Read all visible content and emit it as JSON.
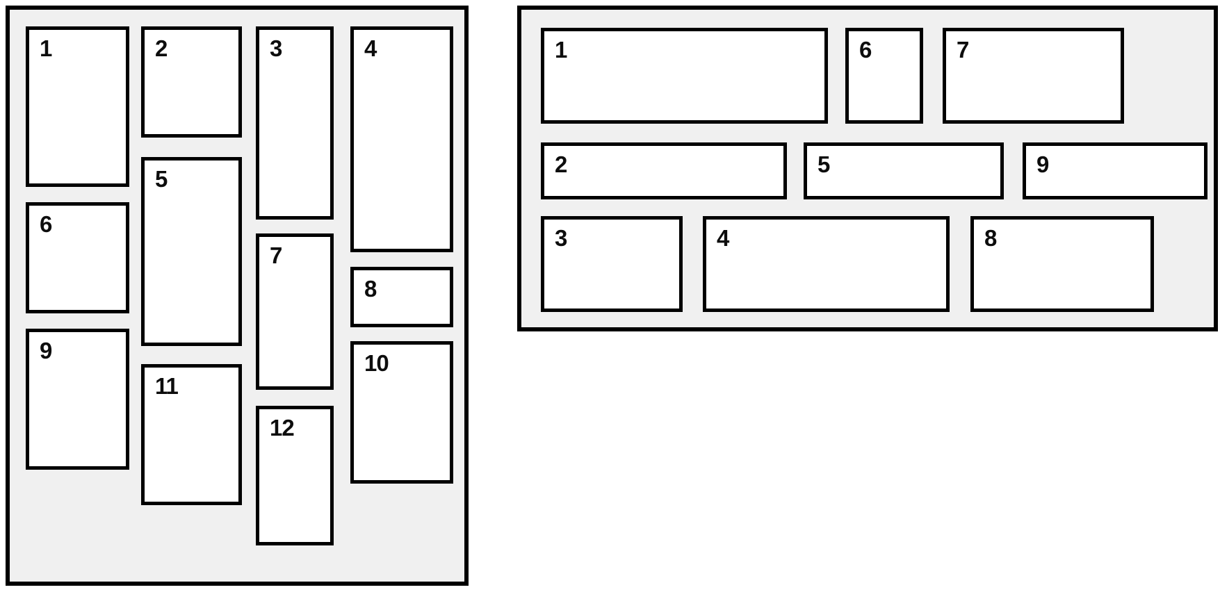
{
  "colors": {
    "panel_bg": "#f0f0f0",
    "item_bg": "#ffffff",
    "border": "#000000",
    "label": "#0d0d0d",
    "page_bg": "#ffffff"
  },
  "left_panel": {
    "description": "masonry column layout",
    "items": [
      "1",
      "2",
      "3",
      "4",
      "5",
      "6",
      "7",
      "8",
      "9",
      "10",
      "11",
      "12"
    ]
  },
  "right_panel": {
    "description": "row-based layout",
    "items": [
      "1",
      "6",
      "7",
      "2",
      "5",
      "9",
      "3",
      "4",
      "8"
    ]
  }
}
